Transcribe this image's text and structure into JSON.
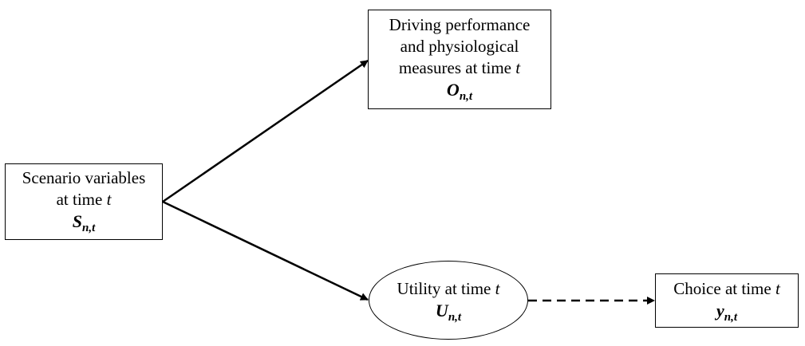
{
  "nodes": {
    "scenario": {
      "line1": "Scenario variables",
      "line2_text": "at time ",
      "line2_var": "t",
      "symbol": "S",
      "subscript": "n,t"
    },
    "observed": {
      "line1": "Driving performance",
      "line2": "and physiological",
      "line3_text": "measures at time ",
      "line3_var": "t",
      "symbol": "O",
      "subscript": "n,t"
    },
    "utility": {
      "line1_text": "Utility at time ",
      "line1_var": "t",
      "symbol": "U",
      "subscript": "n,t"
    },
    "choice": {
      "line1_text": "Choice at time ",
      "line1_var": "t",
      "symbol": "y",
      "subscript": "n,t"
    }
  },
  "edges": [
    {
      "from": "scenario",
      "to": "observed",
      "style": "solid"
    },
    {
      "from": "scenario",
      "to": "utility",
      "style": "solid"
    },
    {
      "from": "utility",
      "to": "choice",
      "style": "dashed"
    }
  ],
  "colors": {
    "stroke": "#000000",
    "background": "#ffffff"
  }
}
